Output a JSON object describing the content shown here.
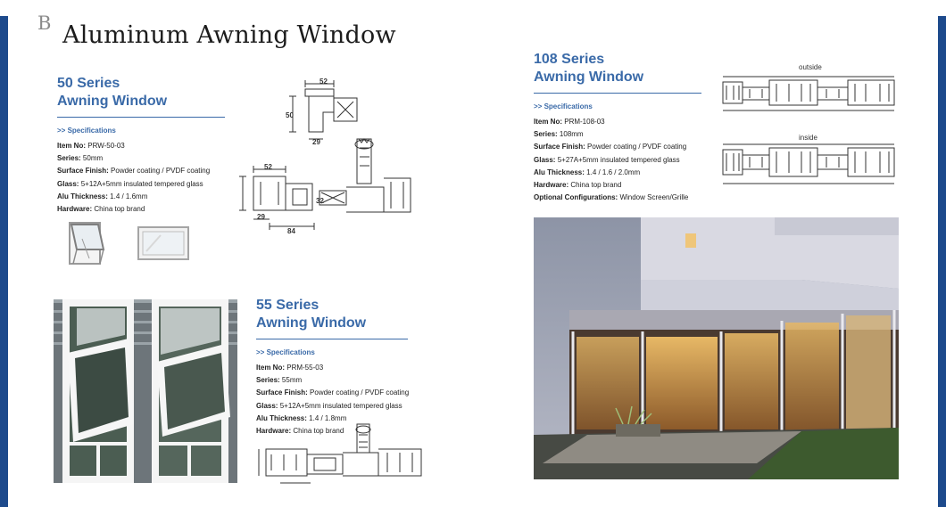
{
  "page": {
    "letter": "B",
    "title": "Aluminum Awning Window"
  },
  "series_50": {
    "name": "50 Series",
    "subtitle": "Awning Window",
    "spec_heading": ">> Specifications",
    "specs": [
      {
        "label": "Item No:",
        "value": "PRW-50-03"
      },
      {
        "label": "Series:",
        "value": "50mm"
      },
      {
        "label": "Surface Finish:",
        "value": "Powder coating / PVDF coating"
      },
      {
        "label": "Glass:",
        "value": "5+12A+5mm insulated tempered glass"
      },
      {
        "label": "Alu Thickness:",
        "value": "1.4 / 1.6mm"
      },
      {
        "label": "Hardware:",
        "value": "China top brand"
      }
    ],
    "dims": {
      "d52a": "52",
      "d50": "50",
      "d29a": "29",
      "d52b": "52",
      "d29b": "29",
      "d84": "84",
      "d32": "32"
    }
  },
  "series_55": {
    "name": "55 Series",
    "subtitle": "Awning Window",
    "spec_heading": ">> Specifications",
    "specs": [
      {
        "label": "Item No:",
        "value": "PRM-55-03"
      },
      {
        "label": "Series:",
        "value": "55mm"
      },
      {
        "label": "Surface Finish:",
        "value": "Powder coating / PVDF coating"
      },
      {
        "label": "Glass:",
        "value": "5+12A+5mm insulated tempered glass"
      },
      {
        "label": "Alu Thickness:",
        "value": "1.4 / 1.8mm"
      },
      {
        "label": "Hardware:",
        "value": "China top brand"
      }
    ]
  },
  "series_108": {
    "name": "108 Series",
    "subtitle": "Awning Window",
    "spec_heading": ">> Specifications",
    "specs": [
      {
        "label": "Item No:",
        "value": "PRM-108-03"
      },
      {
        "label": "Series:",
        "value": "108mm"
      },
      {
        "label": "Surface Finish:",
        "value": "Powder coating / PVDF coating"
      },
      {
        "label": "Glass:",
        "value": "5+27A+5mm insulated tempered glass"
      },
      {
        "label": "Alu Thickness:",
        "value": "1.4 / 1.6 / 2.0mm"
      },
      {
        "label": "Hardware:",
        "value": "China top brand"
      },
      {
        "label": "Optional Configurations:",
        "value": "Window Screen/Grille"
      }
    ],
    "label_outside": "outside",
    "label_inside": "inside"
  },
  "colors": {
    "accent_blue": "#3a6aa8",
    "side_bar": "#1d4a8c"
  }
}
